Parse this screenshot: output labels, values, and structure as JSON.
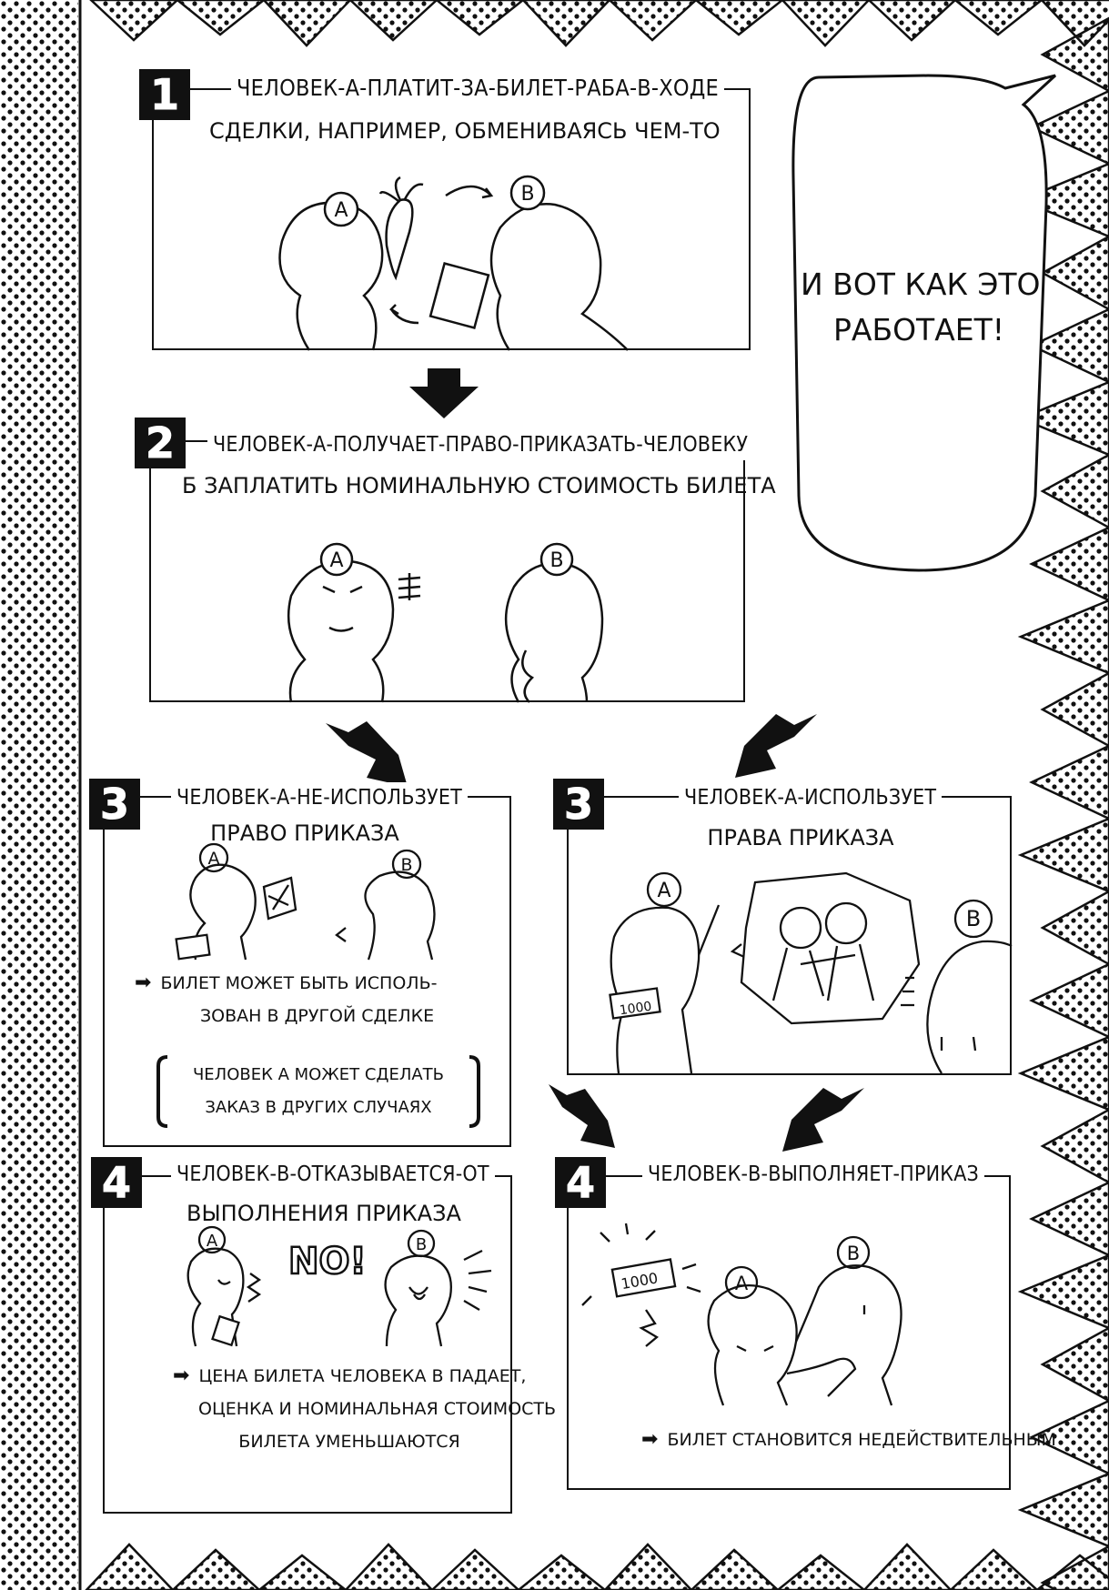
{
  "bubble": {
    "line1": "И ВОТ КАК ЭТО",
    "line2": "РАБОТАЕТ!"
  },
  "steps": [
    {
      "number": "1",
      "heading_line1": "ЧЕЛОВЕК-А-ПЛАТИТ-ЗА-БИЛЕТ-РАБА-В-ХОДЕ",
      "heading_line2": "СДЕЛКИ, НАПРИМЕР, ОБМЕНИВАЯСЬ ЧЕМ-ТО"
    },
    {
      "number": "2",
      "heading_line1": "ЧЕЛОВЕК-А-ПОЛУЧАЕТ-ПРАВО-ПРИКАЗАТЬ-ЧЕЛОВЕКУ",
      "heading_line2": "Б ЗАПЛАТИТЬ НОМИНАЛЬНУЮ СТОИМОСТЬ БИЛЕТА"
    },
    {
      "number": "3",
      "heading_line1": "ЧЕЛОВЕК-А-НЕ-ИСПОЛЬЗУЕТ",
      "heading_line2": "ПРАВО ПРИКАЗА",
      "note_line1": "БИЛЕТ МОЖЕТ БЫТЬ ИСПОЛЬ-",
      "note_line2": "ЗОВАН В ДРУГОЙ СДЕЛКЕ",
      "bracket_line1": "ЧЕЛОВЕК А МОЖЕТ СДЕЛАТЬ",
      "bracket_line2": "ЗАКАЗ В ДРУГИХ СЛУЧАЯХ"
    },
    {
      "number": "3",
      "heading_line1": "ЧЕЛОВЕК-А-ИСПОЛЬЗУЕТ",
      "heading_line2": "ПРАВА ПРИКАЗА"
    },
    {
      "number": "4",
      "heading_line1": "ЧЕЛОВЕК-В-ОТКАЗЫВАЕТСЯ-ОТ",
      "heading_line2": "ВЫПОЛНЕНИЯ ПРИКАЗА",
      "exclaim": "NO!",
      "note_line1": "ЦЕНА БИЛЕТА ЧЕЛОВЕКА В ПАДАЕТ,",
      "note_line2": "ОЦЕНКА И НОМИНАЛЬНАЯ СТОИМОСТЬ",
      "note_line3": "БИЛЕТА УМЕНЬШАЮТСЯ"
    },
    {
      "number": "4",
      "heading_line1": "ЧЕЛОВЕК-В-ВЫПОЛНЯЕТ-ПРИКАЗ",
      "note_line1": "БИЛЕТ СТАНОВИТСЯ НЕДЕЙСТВИТЕЛЬНЫМ"
    }
  ],
  "labels": {
    "a": "A",
    "b": "B",
    "ticket_value": "1000"
  }
}
